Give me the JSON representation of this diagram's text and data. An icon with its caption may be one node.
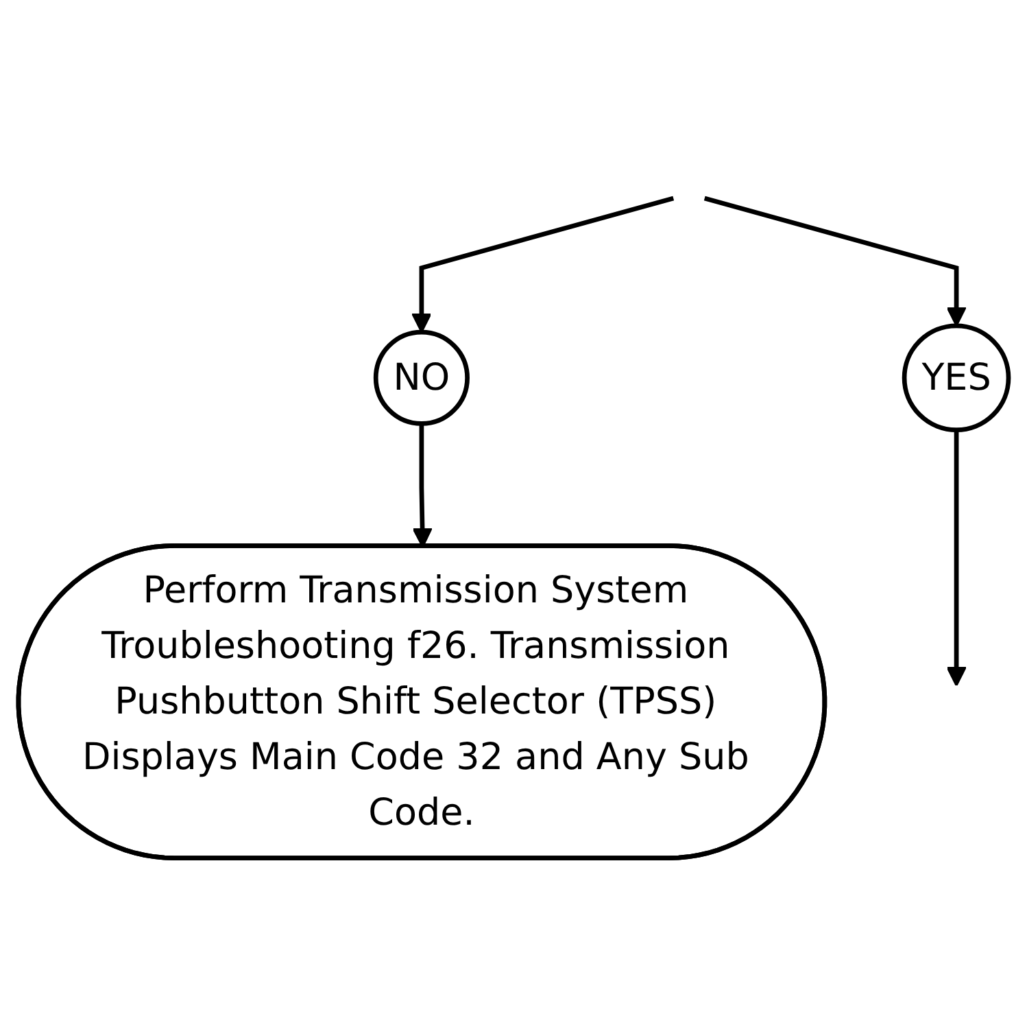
{
  "diagram": {
    "nodes": [
      {
        "text": [
          "NO"
        ]
      },
      {
        "text": [
          "YES"
        ]
      },
      {
        "text": [
          "Perform Transmission System Troubleshooting f26. Transmission Pushbutton Shift Selector (TPSS) Displays Main Code 32 and Any Sub Code."
        ]
      }
    ],
    "edges": [
      {
        "from": null,
        "to": 0,
        "arrow": "to"
      },
      {
        "from": null,
        "to": 1,
        "arrow": "to"
      },
      {
        "from": 0,
        "to": 2,
        "arrow": "to"
      },
      {
        "from": 1,
        "to": null,
        "arrow": "to"
      }
    ]
  }
}
